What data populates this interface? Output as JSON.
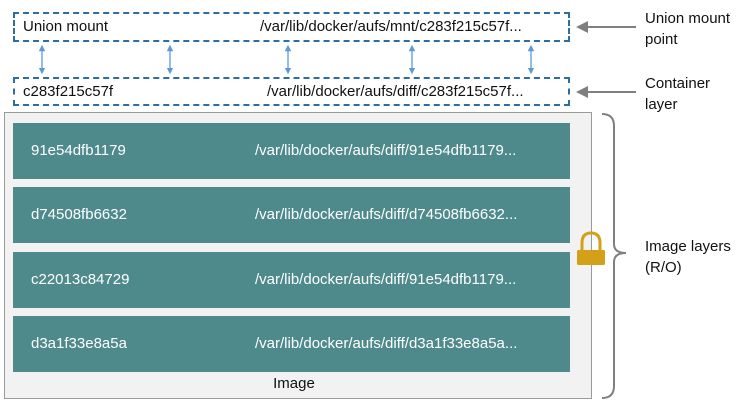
{
  "union_mount": {
    "name": "Union mount",
    "path": "/var/lib/docker/aufs/mnt/c283f215c57f..."
  },
  "container_layer": {
    "name": "c283f215c57f",
    "path": "/var/lib/docker/aufs/diff/c283f215c57f..."
  },
  "image": {
    "label": "Image",
    "layers": [
      {
        "id": "91e54dfb1179",
        "path": "/var/lib/docker/aufs/diff/91e54dfb1179..."
      },
      {
        "id": "d74508fb6632",
        "path": "/var/lib/docker/aufs/diff/d74508fb6632..."
      },
      {
        "id": "c22013c84729",
        "path": "/var/lib/docker/aufs/diff/91e54dfb1179..."
      },
      {
        "id": "d3a1f33e8a5a",
        "path": "/var/lib/docker/aufs/diff/d3a1f33e8a5a..."
      }
    ]
  },
  "annotations": {
    "union_mount_point": [
      "Union mount",
      "point"
    ],
    "container_layer": [
      "Container",
      "layer"
    ],
    "image_layers": [
      "Image layers",
      "(R/O)"
    ]
  },
  "icons": {
    "lock": "lock-icon"
  },
  "colors": {
    "dashed_border": "#2e6da4",
    "arrow": "#5b9bd5",
    "layer_fill": "#4e8a8c",
    "lock": "#d4a017",
    "pointer": "#7f7f7f"
  }
}
